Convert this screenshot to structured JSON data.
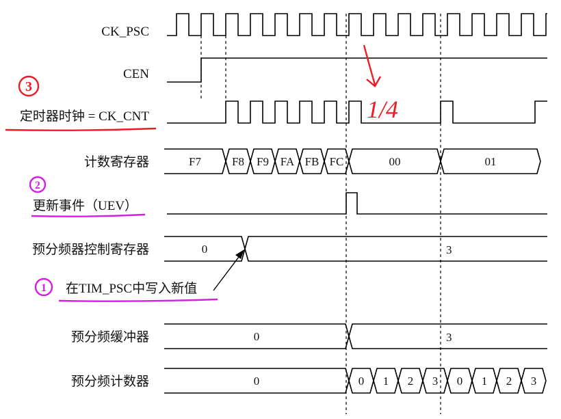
{
  "signals": [
    {
      "key": "ck_psc",
      "label": "CK_PSC"
    },
    {
      "key": "cen",
      "label": "CEN"
    },
    {
      "key": "ck_cnt",
      "label": "定时器时钟 = CK_CNT"
    },
    {
      "key": "counter",
      "label": "计数寄存器",
      "values": [
        "F7",
        "F8",
        "F9",
        "FA",
        "FB",
        "FC",
        "00",
        "01"
      ]
    },
    {
      "key": "uev",
      "label": "更新事件（UEV）"
    },
    {
      "key": "psc_ctrl",
      "label": "预分频器控制寄存器",
      "values": [
        "0",
        "3"
      ]
    },
    {
      "key": "psc_buf",
      "label": "预分频缓冲器",
      "values": [
        "0",
        "3"
      ]
    },
    {
      "key": "psc_cnt",
      "label": "预分频计数器",
      "values": [
        "0",
        "0",
        "1",
        "2",
        "3",
        "0",
        "1",
        "2",
        "3"
      ]
    }
  ],
  "annotations": {
    "write_note": "在TIM_PSC中写入新值",
    "step1": "1",
    "step2": "2",
    "step3": "3",
    "ratio": "1/4"
  },
  "colors": {
    "red_ink": "#ee1b24",
    "magenta_ink": "#d21fe0",
    "line": "#000000"
  }
}
